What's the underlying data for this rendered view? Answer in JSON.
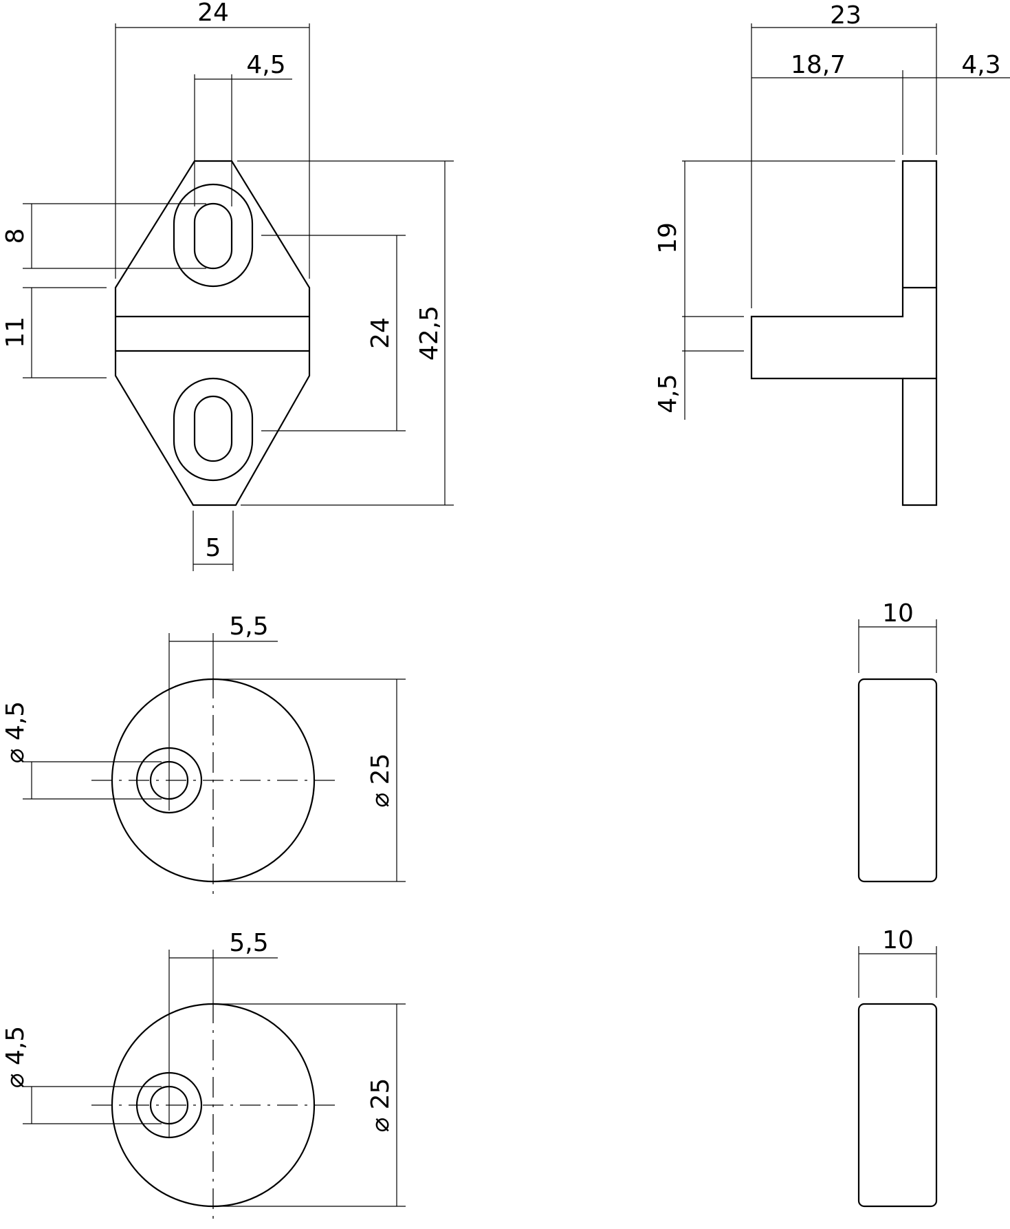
{
  "colors": {
    "line": "#000000",
    "background": "#ffffff"
  },
  "labels": {
    "front_width": "24",
    "slot_width": "4,5",
    "slot_height": "8",
    "band_height": "11",
    "hole_spacing": "24",
    "total_height": "42,5",
    "tip_width": "5",
    "side_depth": "23",
    "side_body": "18,7",
    "side_plate": "4,3",
    "side_height": "19",
    "side_flange": "4,5",
    "disc1_offset": "5,5",
    "disc1_hole": "⌀ 4,5",
    "disc1_diam": "⌀ 25",
    "disc1_thick": "10",
    "disc2_offset": "5,5",
    "disc2_hole": "⌀ 4,5",
    "disc2_diam": "⌀ 25",
    "disc2_thick": "10"
  }
}
